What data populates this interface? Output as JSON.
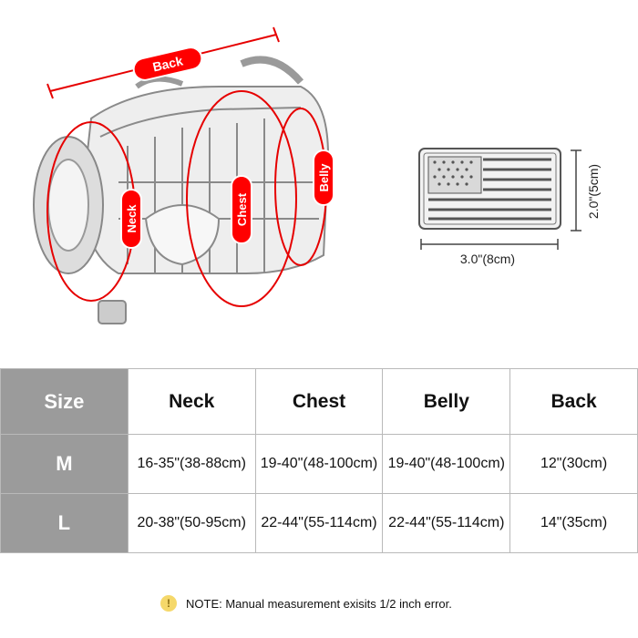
{
  "diagram": {
    "labels": {
      "back": "Back",
      "neck": "Neck",
      "chest": "Chest",
      "belly": "Belly"
    },
    "patch": {
      "width_label": "3.0\"(8cm)",
      "height_label": "2.0\"(5cm)"
    },
    "colors": {
      "measure_red": "#e60000",
      "tag_red": "#ff0000"
    }
  },
  "table": {
    "headers": [
      "Size",
      "Neck",
      "Chest",
      "Belly",
      "Back"
    ],
    "rows": [
      {
        "size": "M",
        "neck": "16-35\"(38-88cm)",
        "chest": "19-40\"(48-100cm)",
        "belly": "19-40\"(48-100cm)",
        "back": "12\"(30cm)"
      },
      {
        "size": "L",
        "neck": "20-38\"(50-95cm)",
        "chest": "22-44\"(55-114cm)",
        "belly": "22-44\"(55-114cm)",
        "back": "14\"(35cm)"
      }
    ]
  },
  "note": {
    "icon": "info-icon",
    "text": "NOTE: Manual measurement exisits 1/2  inch error."
  }
}
